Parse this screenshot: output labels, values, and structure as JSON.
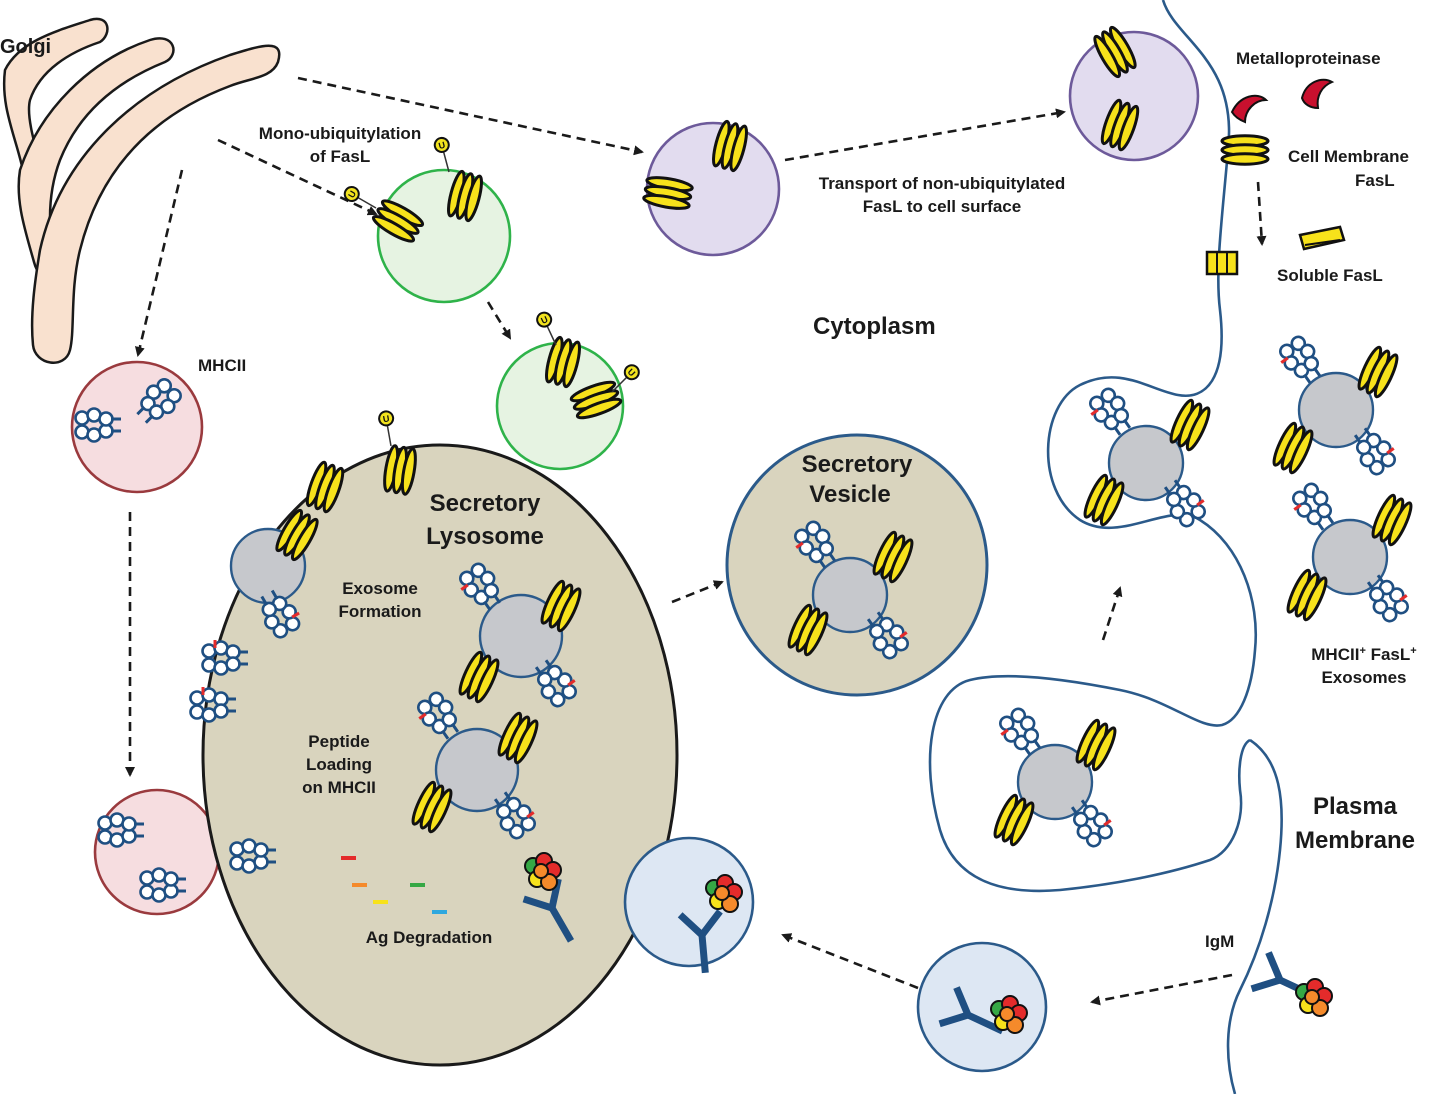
{
  "labels": {
    "golgi": "Golgi",
    "mhcii": "MHCII",
    "mono_ubiquitylation_1": "Mono-ubiquitylation",
    "mono_ubiquitylation_2": "of FasL",
    "transport_1": "Transport of non-ubiquitylated",
    "transport_2": "FasL to cell surface",
    "metalloproteinase": "Metalloproteinase",
    "cell_membrane_fasl_1": "Cell Membrane",
    "cell_membrane_fasl_2": "FasL",
    "soluble_fasl": "Soluble FasL",
    "cytoplasm": "Cytoplasm",
    "secretory_lysosome_1": "Secretory",
    "secretory_lysosome_2": "Lysosome",
    "exosome_formation_1": "Exosome",
    "exosome_formation_2": "Formation",
    "peptide_loading_1": "Peptide",
    "peptide_loading_2": "Loading",
    "peptide_loading_3": "on MHCII",
    "ag_degradation": "Ag Degradation",
    "secretory_vesicle_1": "Secretory",
    "secretory_vesicle_2": "Vesicle",
    "exosomes_line1_a": "MHCII",
    "exosomes_sup_a": "+",
    "exosomes_line1_b": " FasL",
    "exosomes_sup_b": "+",
    "exosomes_line2": "Exosomes",
    "plasma_membrane_1": "Plasma",
    "plasma_membrane_2": "Membrane",
    "igm": "IgM"
  },
  "colors": {
    "golgi_fill": "#f9e1cf",
    "mhc_vesicle_fill": "#f6dde0",
    "mhc_vesicle_stroke": "#9a3a3e",
    "ub_vesicle_fill": "#e6f3e2",
    "ub_vesicle_stroke": "#2fb34a",
    "transport_vesicle_fill": "#e2dcef",
    "transport_vesicle_stroke": "#6d5a9a",
    "lysosome_fill": "#d9d4be",
    "exosome_fill": "#c6c8cc",
    "membrane_stroke": "#2b5a8a",
    "endosome_fill": "#dde7f3",
    "fasl_yellow": "#f7e21b",
    "ubiquitin": "#f2e31e",
    "metalloproteinase": "#c8102e",
    "peptide_red": "#e42b2b",
    "peptide_orange": "#f58a2b",
    "peptide_yellow": "#f7e21b",
    "peptide_green": "#36a845",
    "peptide_blue": "#2fa8df"
  }
}
